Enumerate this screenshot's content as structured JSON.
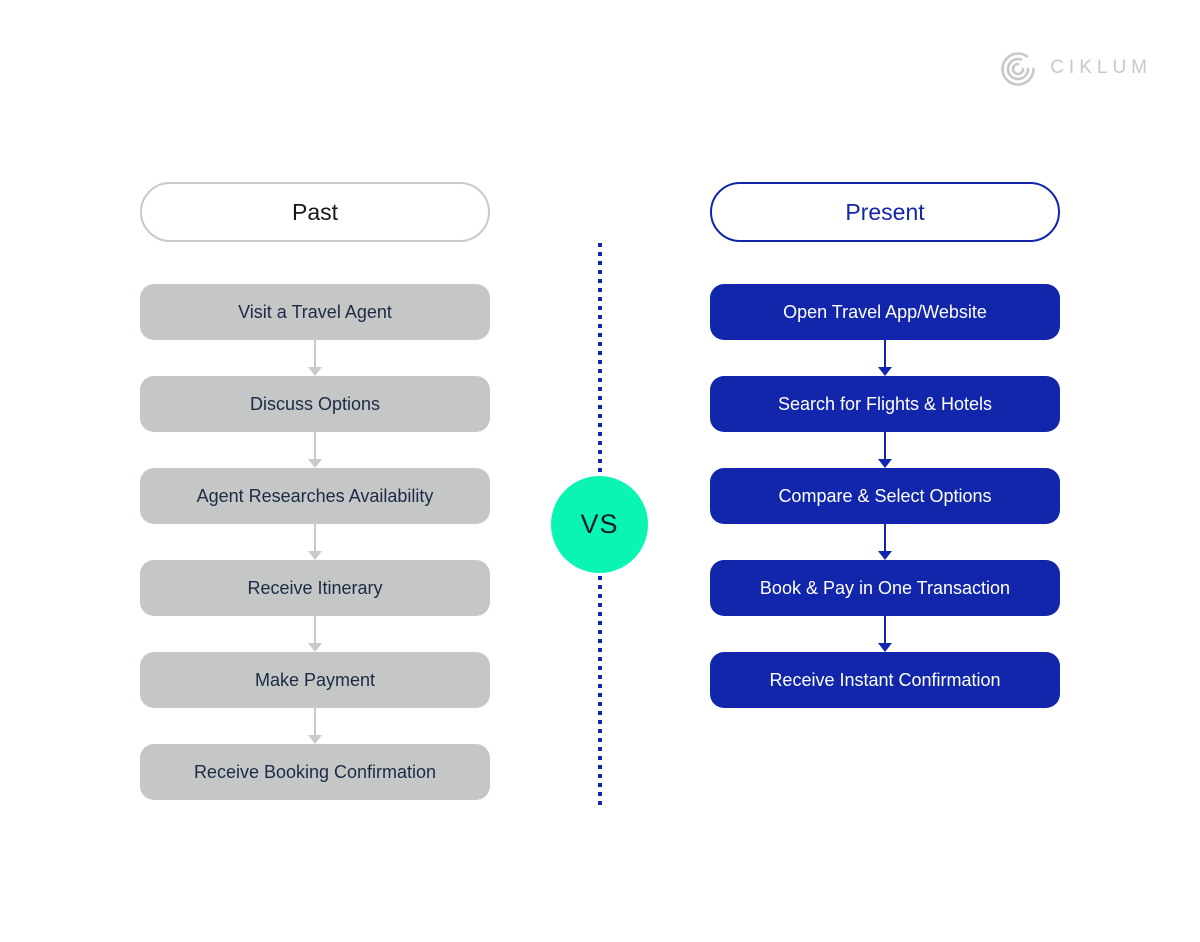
{
  "colors": {
    "accent-blue": "#1126ab",
    "box-gray": "#c5c6c6",
    "text-navy": "#1b2b45",
    "arrow-gray": "#c9cacb",
    "border-gray": "#c9cacb",
    "vs-green": "#0af5b4",
    "logo-gray": "#c5c9cc",
    "past-header-text": "#15181c"
  },
  "logo": {
    "text": "CIKLUM"
  },
  "divider": {
    "vs_label": "VS"
  },
  "past": {
    "header": "Past",
    "steps": [
      "Visit a Travel Agent",
      "Discuss Options",
      "Agent Researches Availability",
      "Receive Itinerary",
      "Make Payment",
      "Receive Booking Confirmation"
    ]
  },
  "present": {
    "header": "Present",
    "steps": [
      "Open Travel App/Website",
      "Search for Flights & Hotels",
      "Compare & Select Options",
      "Book & Pay in One Transaction",
      "Receive Instant Confirmation"
    ]
  }
}
